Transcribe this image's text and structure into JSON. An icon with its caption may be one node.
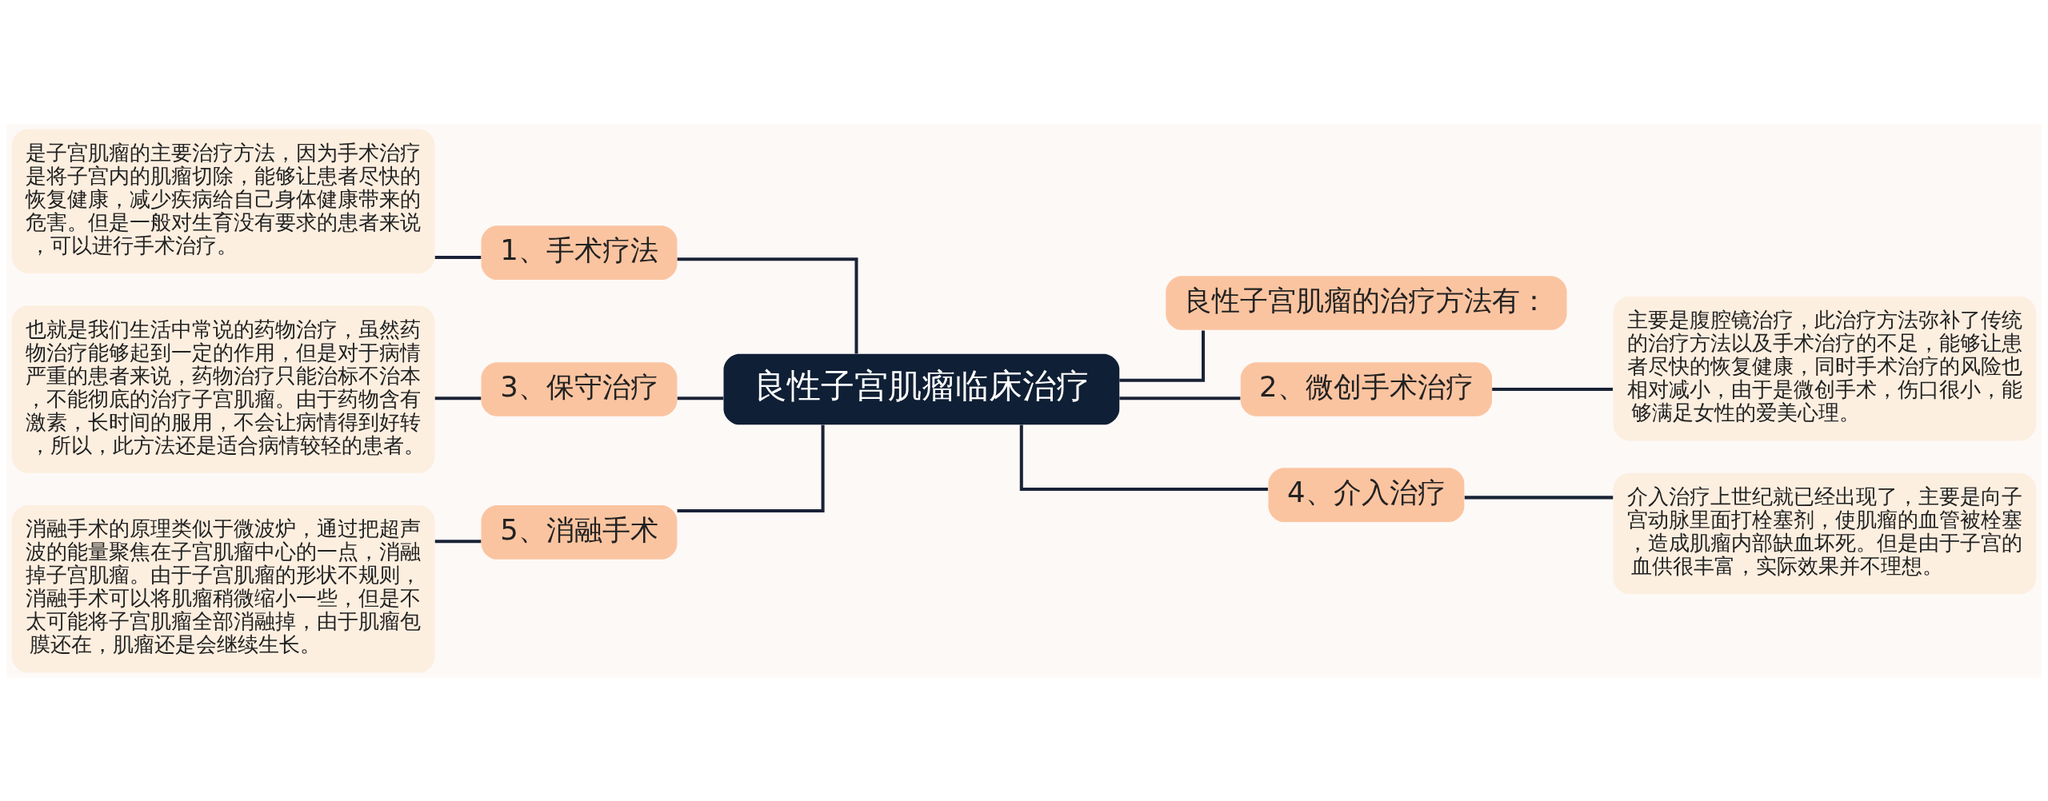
{
  "diagram": {
    "nodes": [
      {
        "text": [
          "良性子宫肌瘤临床治疗"
        ]
      },
      {
        "text": [
          "1、手术疗法"
        ]
      },
      {
        "text": [
          "是子宫肌瘤的主要治疗方法，因为手术治疗是将子宫内的肌瘤切除，能够让患者尽快的恢复健康，减少疾病给自己身体健康带来的危害。但是一般对生育没有要求的患者来说，可以进行手术治疗。"
        ]
      },
      {
        "text": [
          "3、保守治疗"
        ]
      },
      {
        "text": [
          "也就是我们生活中常说的药物治疗，虽然药物治疗能够起到一定的作用，但是对于病情严重的患者来说，药物治疗只能治标不治本，不能彻底的治疗子宫肌瘤。由于药物含有激素，长时间的服用，不会让病情得到好转，所以，此方法还是适合病情较轻的患者。"
        ]
      },
      {
        "text": [
          "5、消融手术"
        ]
      },
      {
        "text": [
          "消融手术的原理类似于微波炉，通过把超声波的能量聚焦在子宫肌瘤中心的一点，消融掉子宫肌瘤。由于子宫肌瘤的形状不规则，消融手术可以将肌瘤稍微缩小一些，但是不太可能将子宫肌瘤全部消融掉，由于肌瘤包膜还在，肌瘤还是会继续生长。"
        ]
      },
      {
        "text": [
          "良性子宫肌瘤的治疗方法有："
        ]
      },
      {
        "text": [
          "2、微创手术治疗"
        ]
      },
      {
        "text": [
          "主要是腹腔镜治疗，此治疗方法弥补了传统的治疗方法以及手术治疗的不足，能够让患者尽快的恢复健康，同时手术治疗的风险也相对减小，由于是微创手术，伤口很小，能够满足女性的爱美心理。"
        ]
      },
      {
        "text": [
          "4、介入治疗"
        ]
      },
      {
        "text": [
          "介入治疗上世纪就已经出现了，主要是向子宫动脉里面打栓塞剂，使肌瘤的血管被栓塞，造成肌瘤内部缺血坏死。但是由于子宫的血供很丰富，实际效果并不理想。"
        ]
      }
    ],
    "edges": [
      {
        "from": 0,
        "to": 1,
        "arrow": "none"
      },
      {
        "from": 1,
        "to": 2,
        "arrow": "none"
      },
      {
        "from": 0,
        "to": 3,
        "arrow": "none"
      },
      {
        "from": 3,
        "to": 4,
        "arrow": "none"
      },
      {
        "from": 0,
        "to": 5,
        "arrow": "none"
      },
      {
        "from": 5,
        "to": 6,
        "arrow": "none"
      },
      {
        "from": 0,
        "to": 7,
        "arrow": "none"
      },
      {
        "from": 0,
        "to": 8,
        "arrow": "none"
      },
      {
        "from": 8,
        "to": 9,
        "arrow": "none"
      },
      {
        "from": 0,
        "to": 10,
        "arrow": "none"
      },
      {
        "from": 10,
        "to": 11,
        "arrow": "none"
      }
    ]
  }
}
